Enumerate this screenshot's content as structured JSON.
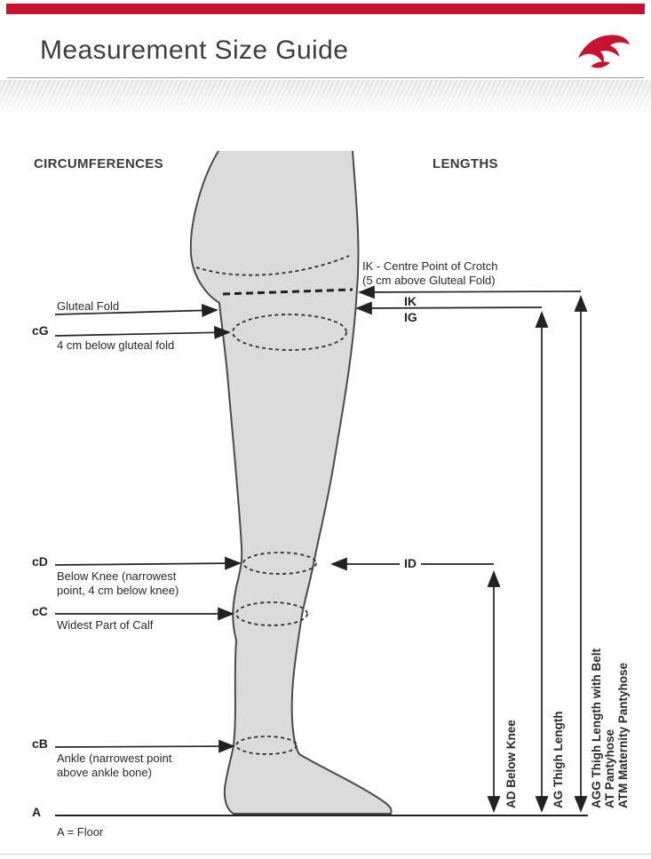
{
  "header": {
    "title": "Measurement Size Guide"
  },
  "sections": {
    "circumferences": "CIRCUMFERENCES",
    "lengths": "LENGTHS"
  },
  "circumference_labels": {
    "gluteal_fold": "Gluteal Fold",
    "cg_code": "cG",
    "cg_desc": "4 cm below gluteal fold",
    "cd_code": "cD",
    "cd_desc": "Below Knee (narrowest\npoint, 4 cm below knee)",
    "cc_code": "cC",
    "cc_desc": "Widest Part of Calf",
    "cb_code": "cB",
    "cb_desc": "Ankle (narrowest point\nabove ankle bone)",
    "a_code": "A",
    "a_desc": "A = Floor"
  },
  "length_labels": {
    "ik_note": "IK - Centre Point of Crotch\n(5 cm above Gluteal Fold)",
    "ik_code": "IK",
    "ig_code": "IG",
    "id_code": "ID",
    "ad_label": "AD Below Knee",
    "ag_label": "AG Thigh Length",
    "agg_line1": "AGG Thigh Length with Belt",
    "agg_line2": "AT Pantyhose",
    "agg_line3": "ATM Maternity Pantyhose"
  },
  "colors": {
    "accent_red": "#c41230",
    "leg_fill": "#dbdbdb",
    "line_color": "#222222"
  }
}
